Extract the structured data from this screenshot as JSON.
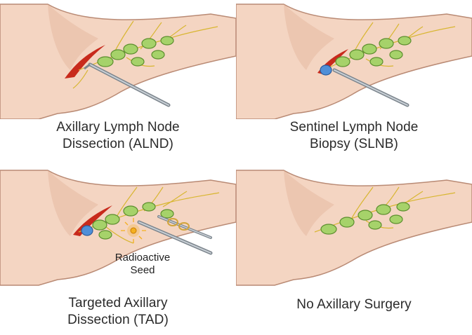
{
  "panels": [
    {
      "id": "alnd",
      "caption_lines": [
        "Axillary Lymph Node",
        "Dissection (ALND)"
      ]
    },
    {
      "id": "slnb",
      "caption_lines": [
        "Sentinel Lymph Node",
        "Biopsy (SLNB)"
      ]
    },
    {
      "id": "tad",
      "caption_lines": [
        "Targeted Axillary",
        "Dissection (TAD)"
      ]
    },
    {
      "id": "none",
      "caption_lines": [
        "No Axillary Surgery"
      ]
    }
  ],
  "seed_label_lines": [
    "Radioactive",
    "Seed"
  ],
  "colors": {
    "skin": "#f4d5c2",
    "skin_shadow": "#e2b49c",
    "outline": "#b98a74",
    "node_fill": "#a6d26a",
    "node_stroke": "#5c8e2e",
    "vessel": "#d8b630",
    "incision": "#c82a1c",
    "sentinel_node": "#4f8fd8",
    "seed": "#f4b020",
    "instrument": "#9aa3ab"
  }
}
